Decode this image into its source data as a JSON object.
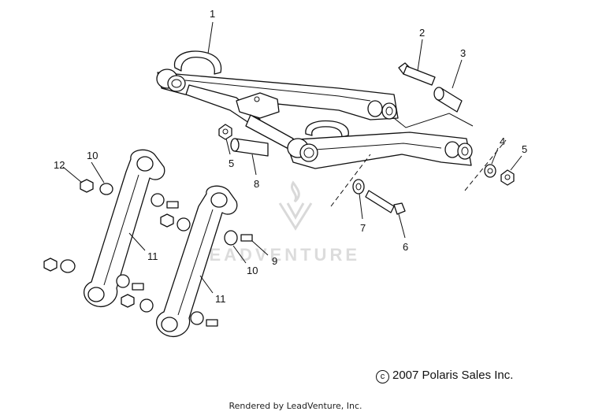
{
  "diagram": {
    "callouts": [
      "1",
      "2",
      "3",
      "4",
      "5",
      "5",
      "6",
      "7",
      "8",
      "9",
      "10",
      "10",
      "11",
      "11",
      "12"
    ]
  },
  "watermark": {
    "text": "LEADVENTURE"
  },
  "copyright": {
    "symbol": "c",
    "text": "2007 Polaris Sales Inc."
  },
  "footer": {
    "rendered_by": "Rendered by LeadVenture, Inc."
  }
}
